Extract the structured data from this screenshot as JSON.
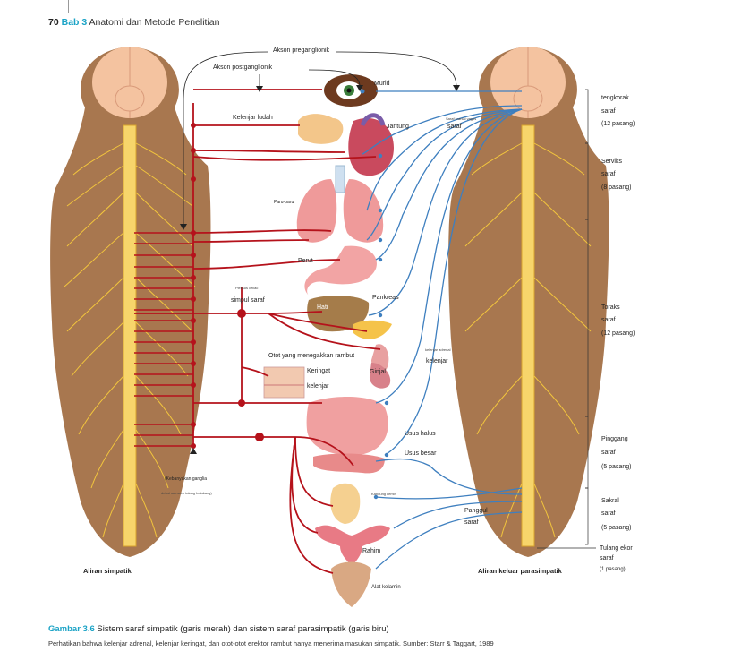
{
  "header": {
    "page_number": "70",
    "chapter": "Bab 3",
    "title": "Anatomi dan Metode Penelitian"
  },
  "figure": {
    "top_labels": {
      "pre": "Akson preganglionik",
      "post": "Akson postganglionik"
    },
    "organs": {
      "eye": "Murid",
      "salivary": "Kelenjar ludah",
      "heart": "Jantung",
      "lungs": "Paru-paru",
      "stomach": "Perut",
      "celiac_small": "Pleksus celiac",
      "ganglion": "simpul saraf",
      "liver": "Hati",
      "pancreas": "Pankreas",
      "adrenal_small": "kelenjar adrenal",
      "adrenal": "kelenjar",
      "arrector": "Otot yang menegakkan rambut",
      "sweat": "Keringat",
      "sweat2": "kelenjar",
      "kidney": "Ginjal",
      "small_int": "Usus halus",
      "large_int": "Usus besar",
      "ganglia_note1": "(Kebanyakan ganglia",
      "ganglia_note2": "dekat sumsum tulang belakang)",
      "bladder": "Kandung kemih",
      "pelvic1": "Panggul",
      "pelvic2": "saraf",
      "uterus": "Rahim",
      "genitals": "Alat kelamin",
      "cranial_small": "Saraf kranial vagus",
      "cranial_small2": "saraf"
    },
    "bottom_labels": {
      "left": "Aliran simpatik",
      "right": "Aliran keluar parasimpatik"
    },
    "regions": [
      {
        "l1": "tengkorak",
        "l2": "saraf",
        "l3": "(12 pasang)"
      },
      {
        "l1": "Serviks",
        "l2": "saraf",
        "l3": "(8 pasang)"
      },
      {
        "l1": "Toraks",
        "l2": "saraf",
        "l3": "(12 pasang)"
      },
      {
        "l1": "Pinggang",
        "l2": "saraf",
        "l3": "(5 pasang)"
      },
      {
        "l1": "Sakral",
        "l2": "saraf",
        "l3": "(5 pasang)"
      },
      {
        "l1": "Tulang ekor",
        "l2": "saraf",
        "l3": "(1 pasang)"
      }
    ],
    "colors": {
      "sympathetic": "#b5121b",
      "parasympathetic": "#3e7fbf",
      "skin": "#a8774f",
      "nerve": "#f2c53d"
    }
  },
  "caption": {
    "figure_label": "Gambar 3.6",
    "title": "Sistem saraf simpatik (garis merah) dan sistem saraf parasimpatik (garis biru)",
    "note": "Perhatikan bahwa kelenjar adrenal, kelenjar keringat, dan otot-otot erektor rambut hanya menerima masukan simpatik. Sumber: Starr & Taggart, 1989"
  }
}
